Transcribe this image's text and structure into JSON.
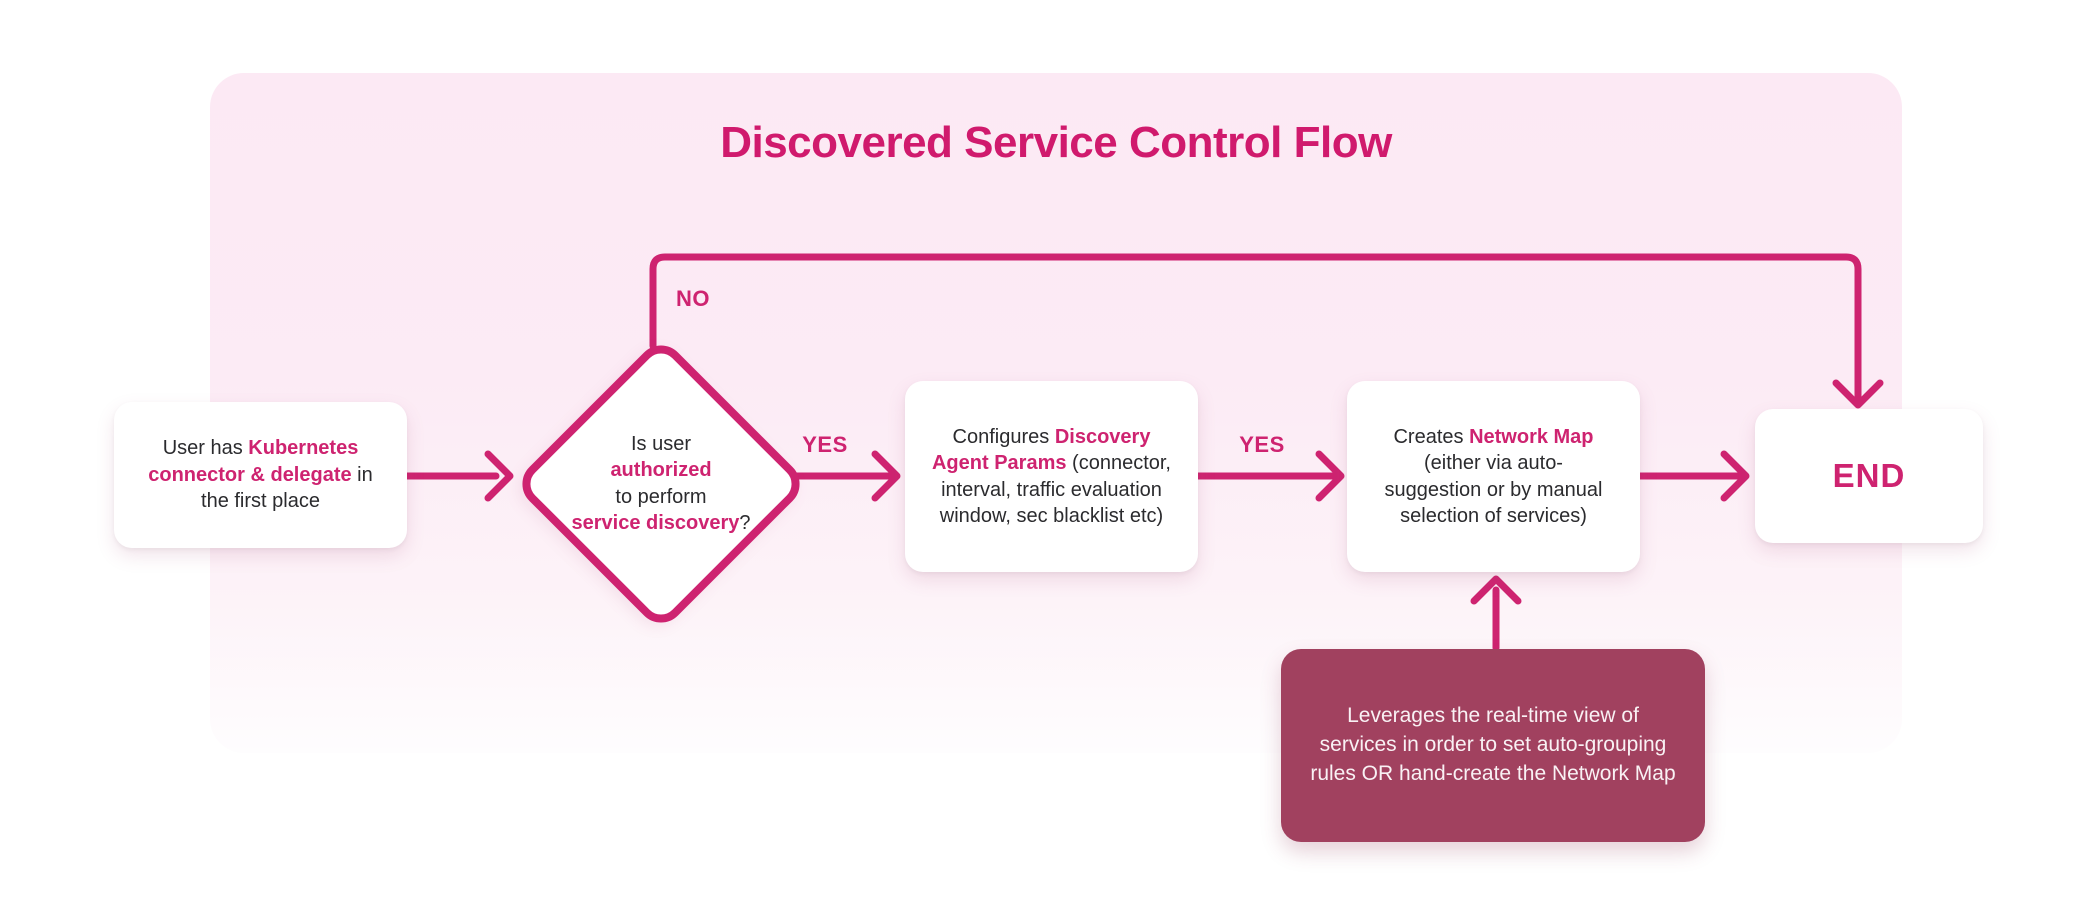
{
  "title": "Discovered Service Control Flow",
  "colors": {
    "accent": "#ce2370",
    "title": "#d01a6d",
    "panel_top": "#fce9f4",
    "panel_bottom": "#fefdfe",
    "note_background": "#a1415f",
    "note_text": "#f9f1f4",
    "body_text": "#2b2b2e",
    "node_background": "#ffffff"
  },
  "labels": {
    "no": "NO",
    "yes_1": "YES",
    "yes_2": "YES"
  },
  "nodes": {
    "start": {
      "before": "User has ",
      "highlight": "Kubernetes connector & delegate",
      "after": " in the first place"
    },
    "decision": {
      "line1": "Is user",
      "highlight1": "authorized",
      "line2": "to perform",
      "highlight2": "service discovery",
      "suffix": "?"
    },
    "configure": {
      "before": "Configures ",
      "highlight": "Discovery Agent Params",
      "after": " (connector, interval, traffic evaluation window, sec blacklist etc)"
    },
    "network_map": {
      "before": "Creates ",
      "highlight": "Network Map",
      "after": " (either via auto-suggestion or by manual selection of services)"
    },
    "end": {
      "label": "END"
    }
  },
  "note": {
    "text": "Leverages the real-time view of services in order to set auto-grouping rules OR hand-create the Network Map"
  }
}
